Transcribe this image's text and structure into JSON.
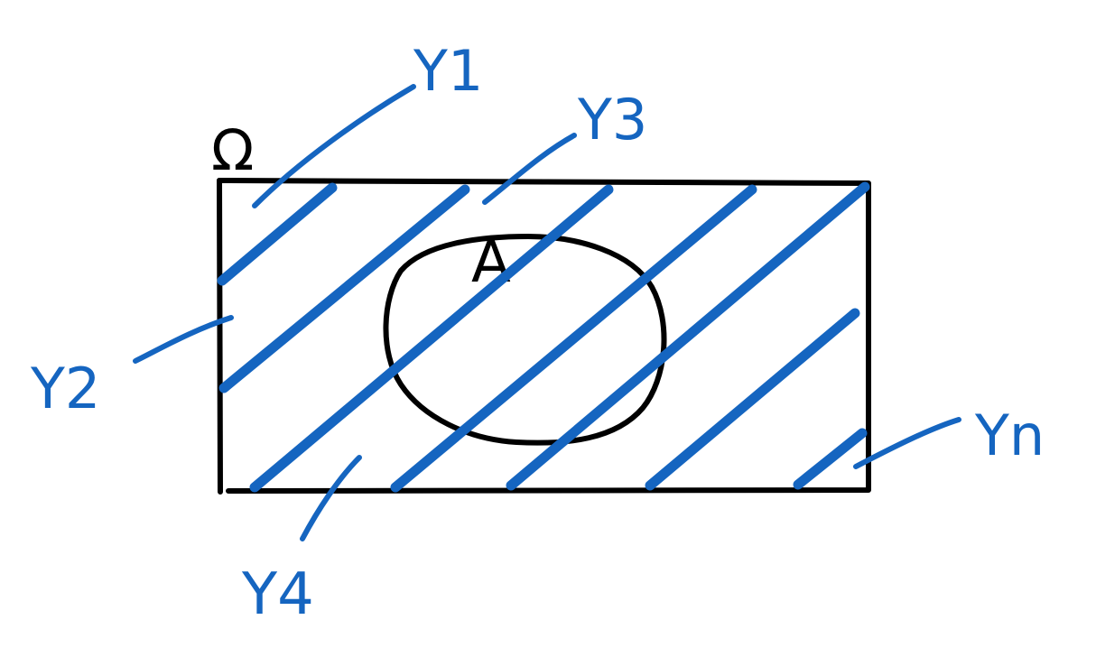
{
  "colors": {
    "ink": "#000000",
    "partition": "#1565c0"
  },
  "labels": {
    "omega": "Ω",
    "event": "A",
    "y1": "Y1",
    "y2": "Y2",
    "y3": "Y3",
    "y4": "Y4",
    "yn": "Yn"
  }
}
